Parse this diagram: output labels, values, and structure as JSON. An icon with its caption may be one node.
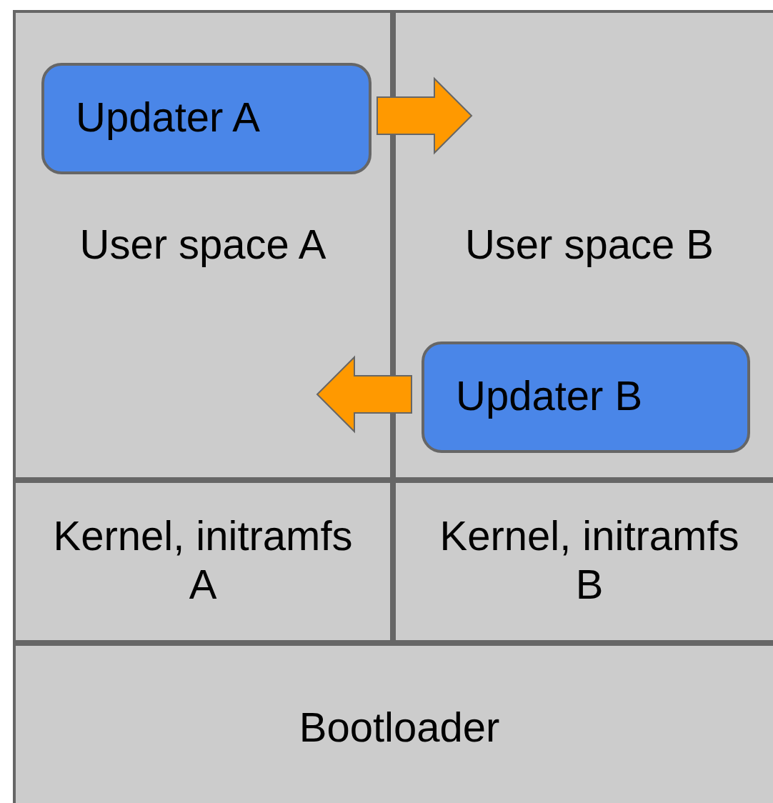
{
  "diagram": {
    "nodes": [
      {
        "text": [
          "User space A"
        ]
      },
      {
        "text": [
          "Updater A"
        ],
        "in": 0
      },
      {
        "text": [
          "User space B"
        ]
      },
      {
        "text": [
          "Updater B"
        ],
        "in": 2
      },
      {
        "text": [
          "Kernel, initramfs A"
        ]
      },
      {
        "text": [
          "Kernel, initramfs B"
        ]
      },
      {
        "text": [
          "Bootloader"
        ]
      }
    ],
    "edges": [
      {
        "from": 1,
        "to": 2,
        "arrow": "to"
      },
      {
        "from": 3,
        "to": 0,
        "arrow": "to"
      }
    ]
  }
}
